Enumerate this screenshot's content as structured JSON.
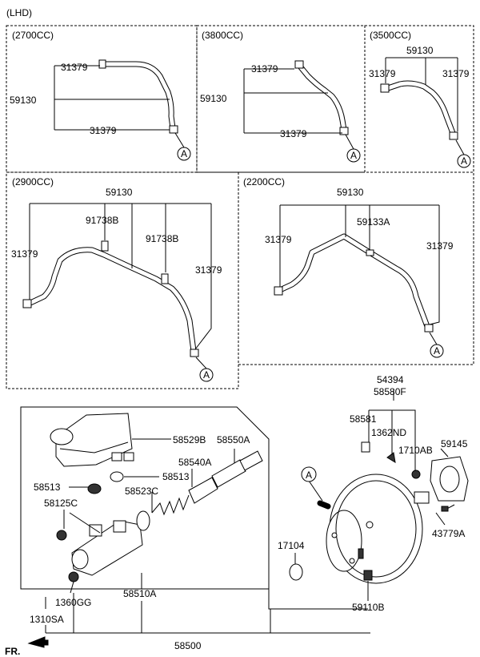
{
  "top_label": "(LHD)",
  "sections": {
    "s2700": {
      "title": "(2700CC)",
      "l1": "31379",
      "l2": "59130",
      "l3": "31379",
      "circle": "A"
    },
    "s3800": {
      "title": "(3800CC)",
      "l1": "31379",
      "l2": "59130",
      "l3": "31379",
      "circle": "A"
    },
    "s3500": {
      "title": "(3500CC)",
      "l1": "59130",
      "l2": "31379",
      "l3": "31379",
      "circle": "A"
    },
    "s2900": {
      "title": "(2900CC)",
      "l1": "59130",
      "l2": "91738B",
      "l3": "91738B",
      "l4": "31379",
      "l5": "31379",
      "circle": "A"
    },
    "s2200": {
      "title": "(2200CC)",
      "l1": "59130",
      "l2": "59133A",
      "l3": "31379",
      "l4": "31379",
      "circle": "A"
    }
  },
  "bottom": {
    "p54394": "54394",
    "p58580F": "58580F",
    "p58581": "58581",
    "p1362ND": "1362ND",
    "p1710AB": "1710AB",
    "p59145": "59145",
    "p43779A": "43779A",
    "p17104": "17104",
    "p59110B": "59110B",
    "p58529B": "58529B",
    "p58550A": "58550A",
    "p58540A": "58540A",
    "p58513a": "58513",
    "p58513b": "58513",
    "p58523C": "58523C",
    "p58125C": "58125C",
    "p1360GG": "1360GG",
    "p1310SA": "1310SA",
    "p58510A": "58510A",
    "p58500": "58500",
    "circle": "A",
    "fr": "FR."
  }
}
